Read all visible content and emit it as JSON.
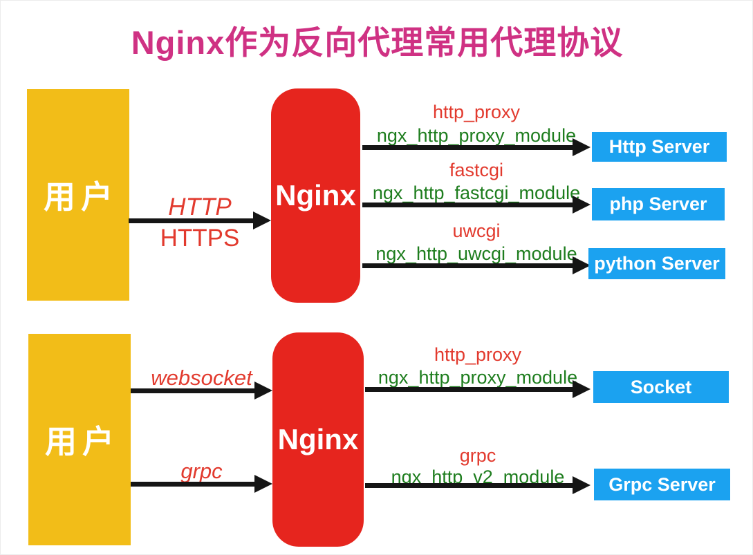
{
  "title": "Nginx作为反向代理常用代理协议",
  "palette": {
    "title_magenta": "#cf3183",
    "user_yellow": "#f2bd18",
    "nginx_red": "#e6251e",
    "server_blue": "#1ba2f0",
    "protocol_red": "#e23a2e",
    "module_green": "#1e7d1e",
    "arrow_black": "#151515"
  },
  "top": {
    "user": "用户",
    "proxy": "Nginx",
    "client_protocols": {
      "line1": "HTTP",
      "line2": "HTTPS"
    },
    "routes": [
      {
        "protocol": "http_proxy",
        "module": "ngx_http_proxy_module",
        "server": "Http Server"
      },
      {
        "protocol": "fastcgi",
        "module": "ngx_http_fastcgi_module",
        "server": "php Server"
      },
      {
        "protocol": "uwcgi",
        "module": "ngx_http_uwcgi_module",
        "server": "python Server"
      }
    ]
  },
  "bottom": {
    "user": "用户",
    "proxy": "Nginx",
    "client_protocols": {
      "line1": "websocket",
      "line2": "grpc"
    },
    "routes": [
      {
        "protocol": "http_proxy",
        "module": "ngx_http_proxy_module",
        "server": "Socket"
      },
      {
        "protocol": "grpc",
        "module": "ngx_http_v2_module",
        "server": "Grpc Server"
      }
    ]
  }
}
